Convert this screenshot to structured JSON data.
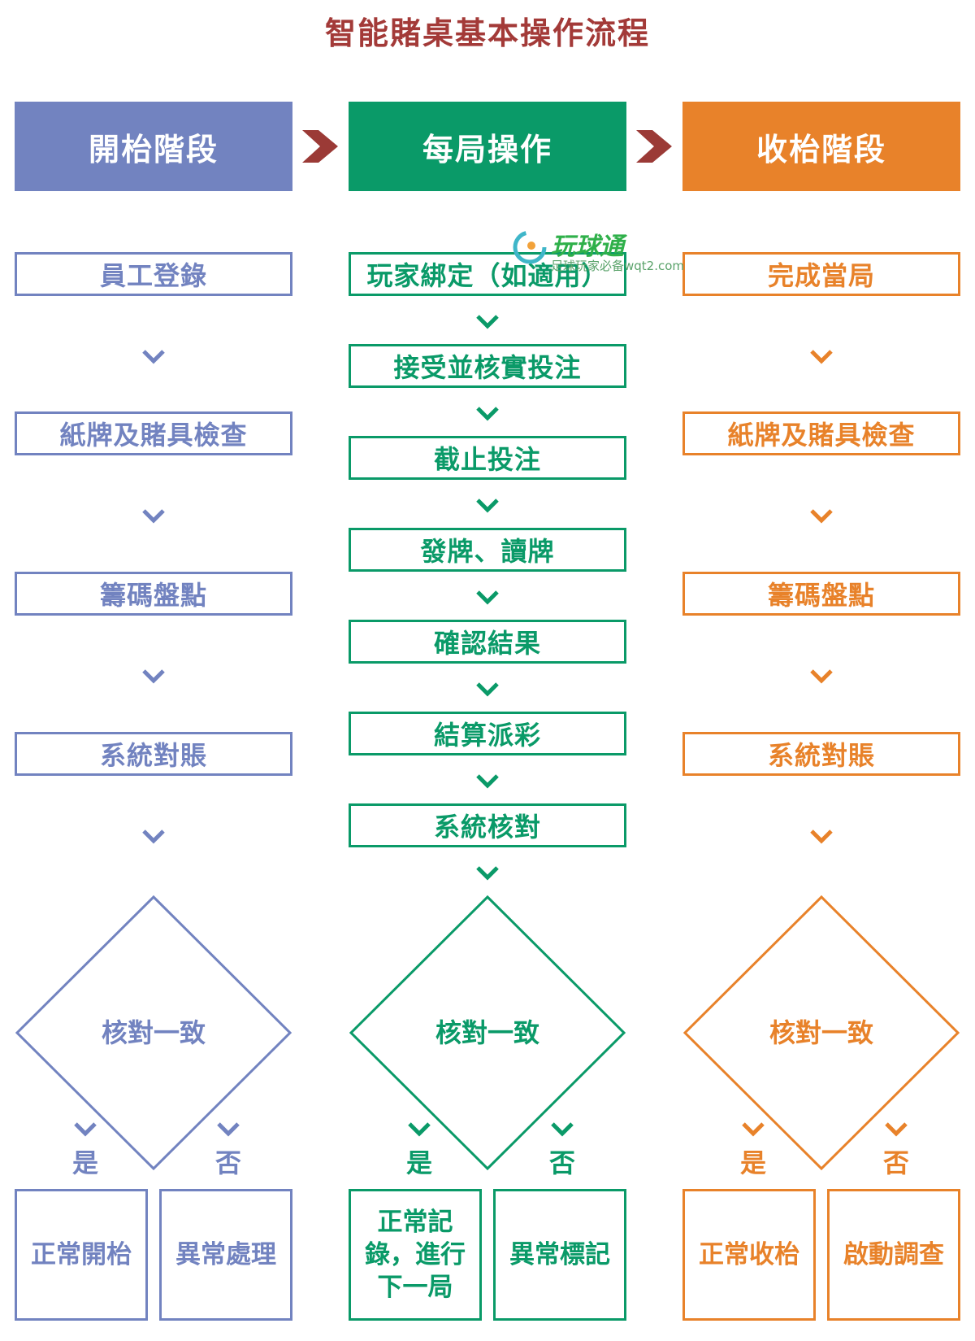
{
  "title": "智能賭桌基本操作流程",
  "colors": {
    "title": "#a33a38",
    "arrow": "#9b3a36",
    "purple": "#7283c0",
    "green": "#0a9a68",
    "orange": "#e8822a"
  },
  "watermark": {
    "title": "玩球通",
    "subtitle": "足球玩家必备wqt2.com"
  },
  "columns": [
    {
      "header": "開枱階段",
      "steps": [
        "員工登錄",
        "紙牌及賭具檢查",
        "籌碼盤點",
        "系統對賬"
      ],
      "decision": "核對一致",
      "yes": "是",
      "no": "否",
      "yes_outcome": "正常開枱",
      "no_outcome": "異常處理"
    },
    {
      "header": "每局操作",
      "steps": [
        "玩家綁定（如適用）",
        "接受並核實投注",
        "截止投注",
        "發牌、讀牌",
        "確認結果",
        "結算派彩",
        "系統核對"
      ],
      "decision": "核對一致",
      "yes": "是",
      "no": "否",
      "yes_outcome": "正常記錄，進行下一局",
      "no_outcome": "異常標記"
    },
    {
      "header": "收枱階段",
      "steps": [
        "完成當局",
        "紙牌及賭具檢查",
        "籌碼盤點",
        "系統對賬"
      ],
      "decision": "核對一致",
      "yes": "是",
      "no": "否",
      "yes_outcome": "正常收枱",
      "no_outcome": "啟動調查"
    }
  ]
}
